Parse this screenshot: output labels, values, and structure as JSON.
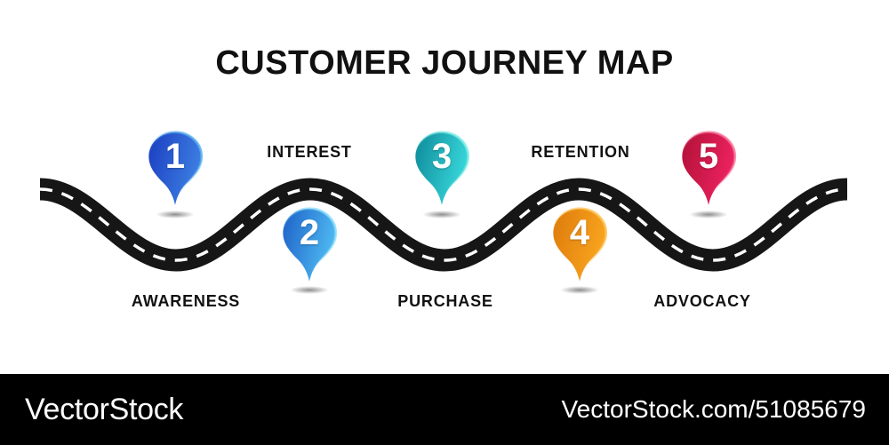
{
  "journey": {
    "title": "CUSTOMER JOURNEY MAP",
    "stages": [
      {
        "step": "1",
        "label": "AWARENESS",
        "label_position": "below",
        "pin": {
          "dark": "#1C3FC2",
          "light": "#3D7FE2",
          "rim": "#54AEF0"
        }
      },
      {
        "step": "2",
        "label": "INTEREST",
        "label_position": "above",
        "pin": {
          "dark": "#1E63C9",
          "light": "#4FBBF2",
          "rim": "#86DCFA"
        }
      },
      {
        "step": "3",
        "label": "PURCHASE",
        "label_position": "below",
        "pin": {
          "dark": "#0F8C9C",
          "light": "#38D8DB",
          "rim": "#7FEDE4"
        }
      },
      {
        "step": "4",
        "label": "RETENTION",
        "label_position": "above",
        "pin": {
          "dark": "#DE7C0C",
          "light": "#F9A51F",
          "rim": "#FDC04E"
        }
      },
      {
        "step": "5",
        "label": "ADVOCACY",
        "label_position": "below",
        "pin": {
          "dark": "#B31239",
          "light": "#EE2260",
          "rim": "#F86F97"
        }
      }
    ],
    "road": {
      "color": "#161616",
      "center_line_color": "#ffffff"
    }
  },
  "watermark": {
    "logo_text": "VectorStock",
    "image_id_text": "VectorStock.com/51085679",
    "bar_color": "#000000",
    "text_color": "#ffffff"
  },
  "background_color": "#ffffff",
  "title_color": "#111111"
}
